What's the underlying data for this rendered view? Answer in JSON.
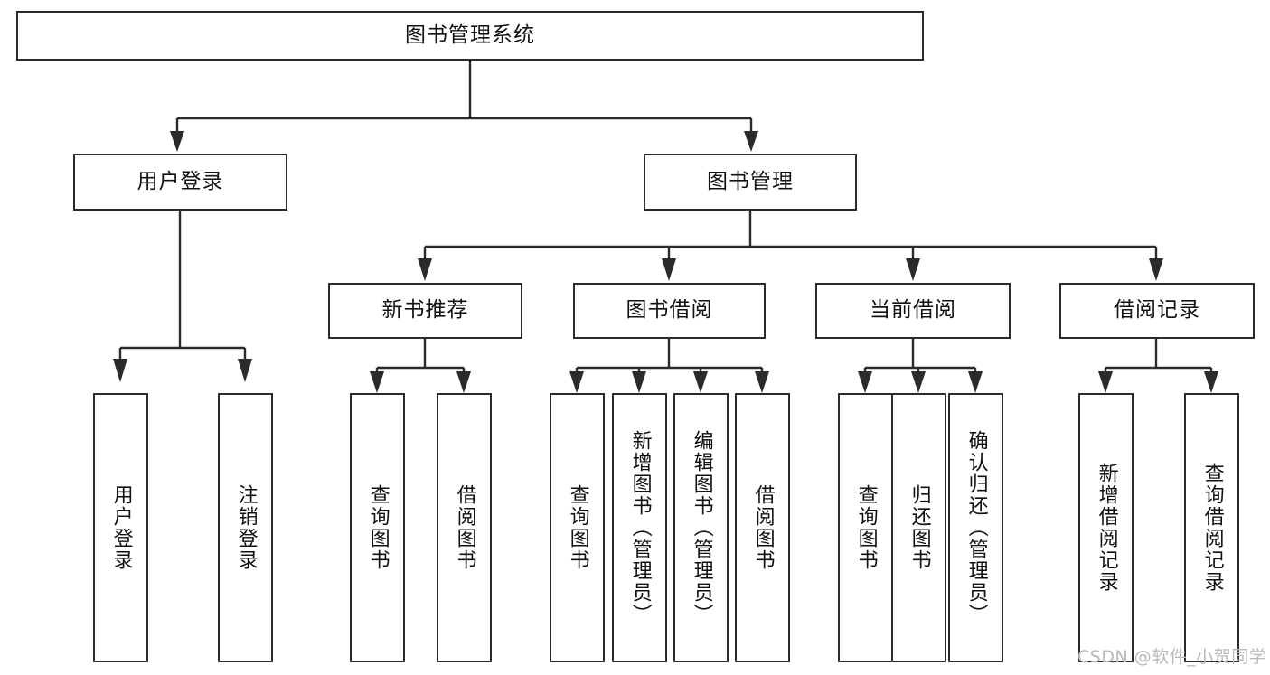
{
  "diagram": {
    "title": "图书管理系统",
    "type": "hierarchy-tree",
    "root": {
      "label": "图书管理系统"
    },
    "level2": [
      {
        "label": "用户登录"
      },
      {
        "label": "图书管理"
      }
    ],
    "level3": [
      {
        "label": "新书推荐"
      },
      {
        "label": "图书借阅"
      },
      {
        "label": "当前借阅"
      },
      {
        "label": "借阅记录"
      }
    ],
    "leaves": {
      "user_login": [
        {
          "label": "用户登录"
        },
        {
          "label": "注销登录"
        }
      ],
      "new_book_recommend": [
        {
          "label": "查询图书"
        },
        {
          "label": "借阅图书"
        }
      ],
      "book_borrow": [
        {
          "label": "查询图书"
        },
        {
          "label": "新增图书（管理员）"
        },
        {
          "label": "编辑图书（管理员）"
        },
        {
          "label": "借阅图书"
        }
      ],
      "current_borrow": [
        {
          "label": "查询图书"
        },
        {
          "label": "归还图书"
        },
        {
          "label": "确认归还（管理员）"
        }
      ],
      "borrow_record": [
        {
          "label": "新增借阅记录"
        },
        {
          "label": "查询借阅记录"
        }
      ]
    }
  },
  "watermark": {
    "text": "CSDN @软件_小贺同学"
  },
  "colors": {
    "stroke": "#2b2b2b",
    "background": "#ffffff",
    "text": "#111111",
    "watermark": "#b9b9b9"
  }
}
